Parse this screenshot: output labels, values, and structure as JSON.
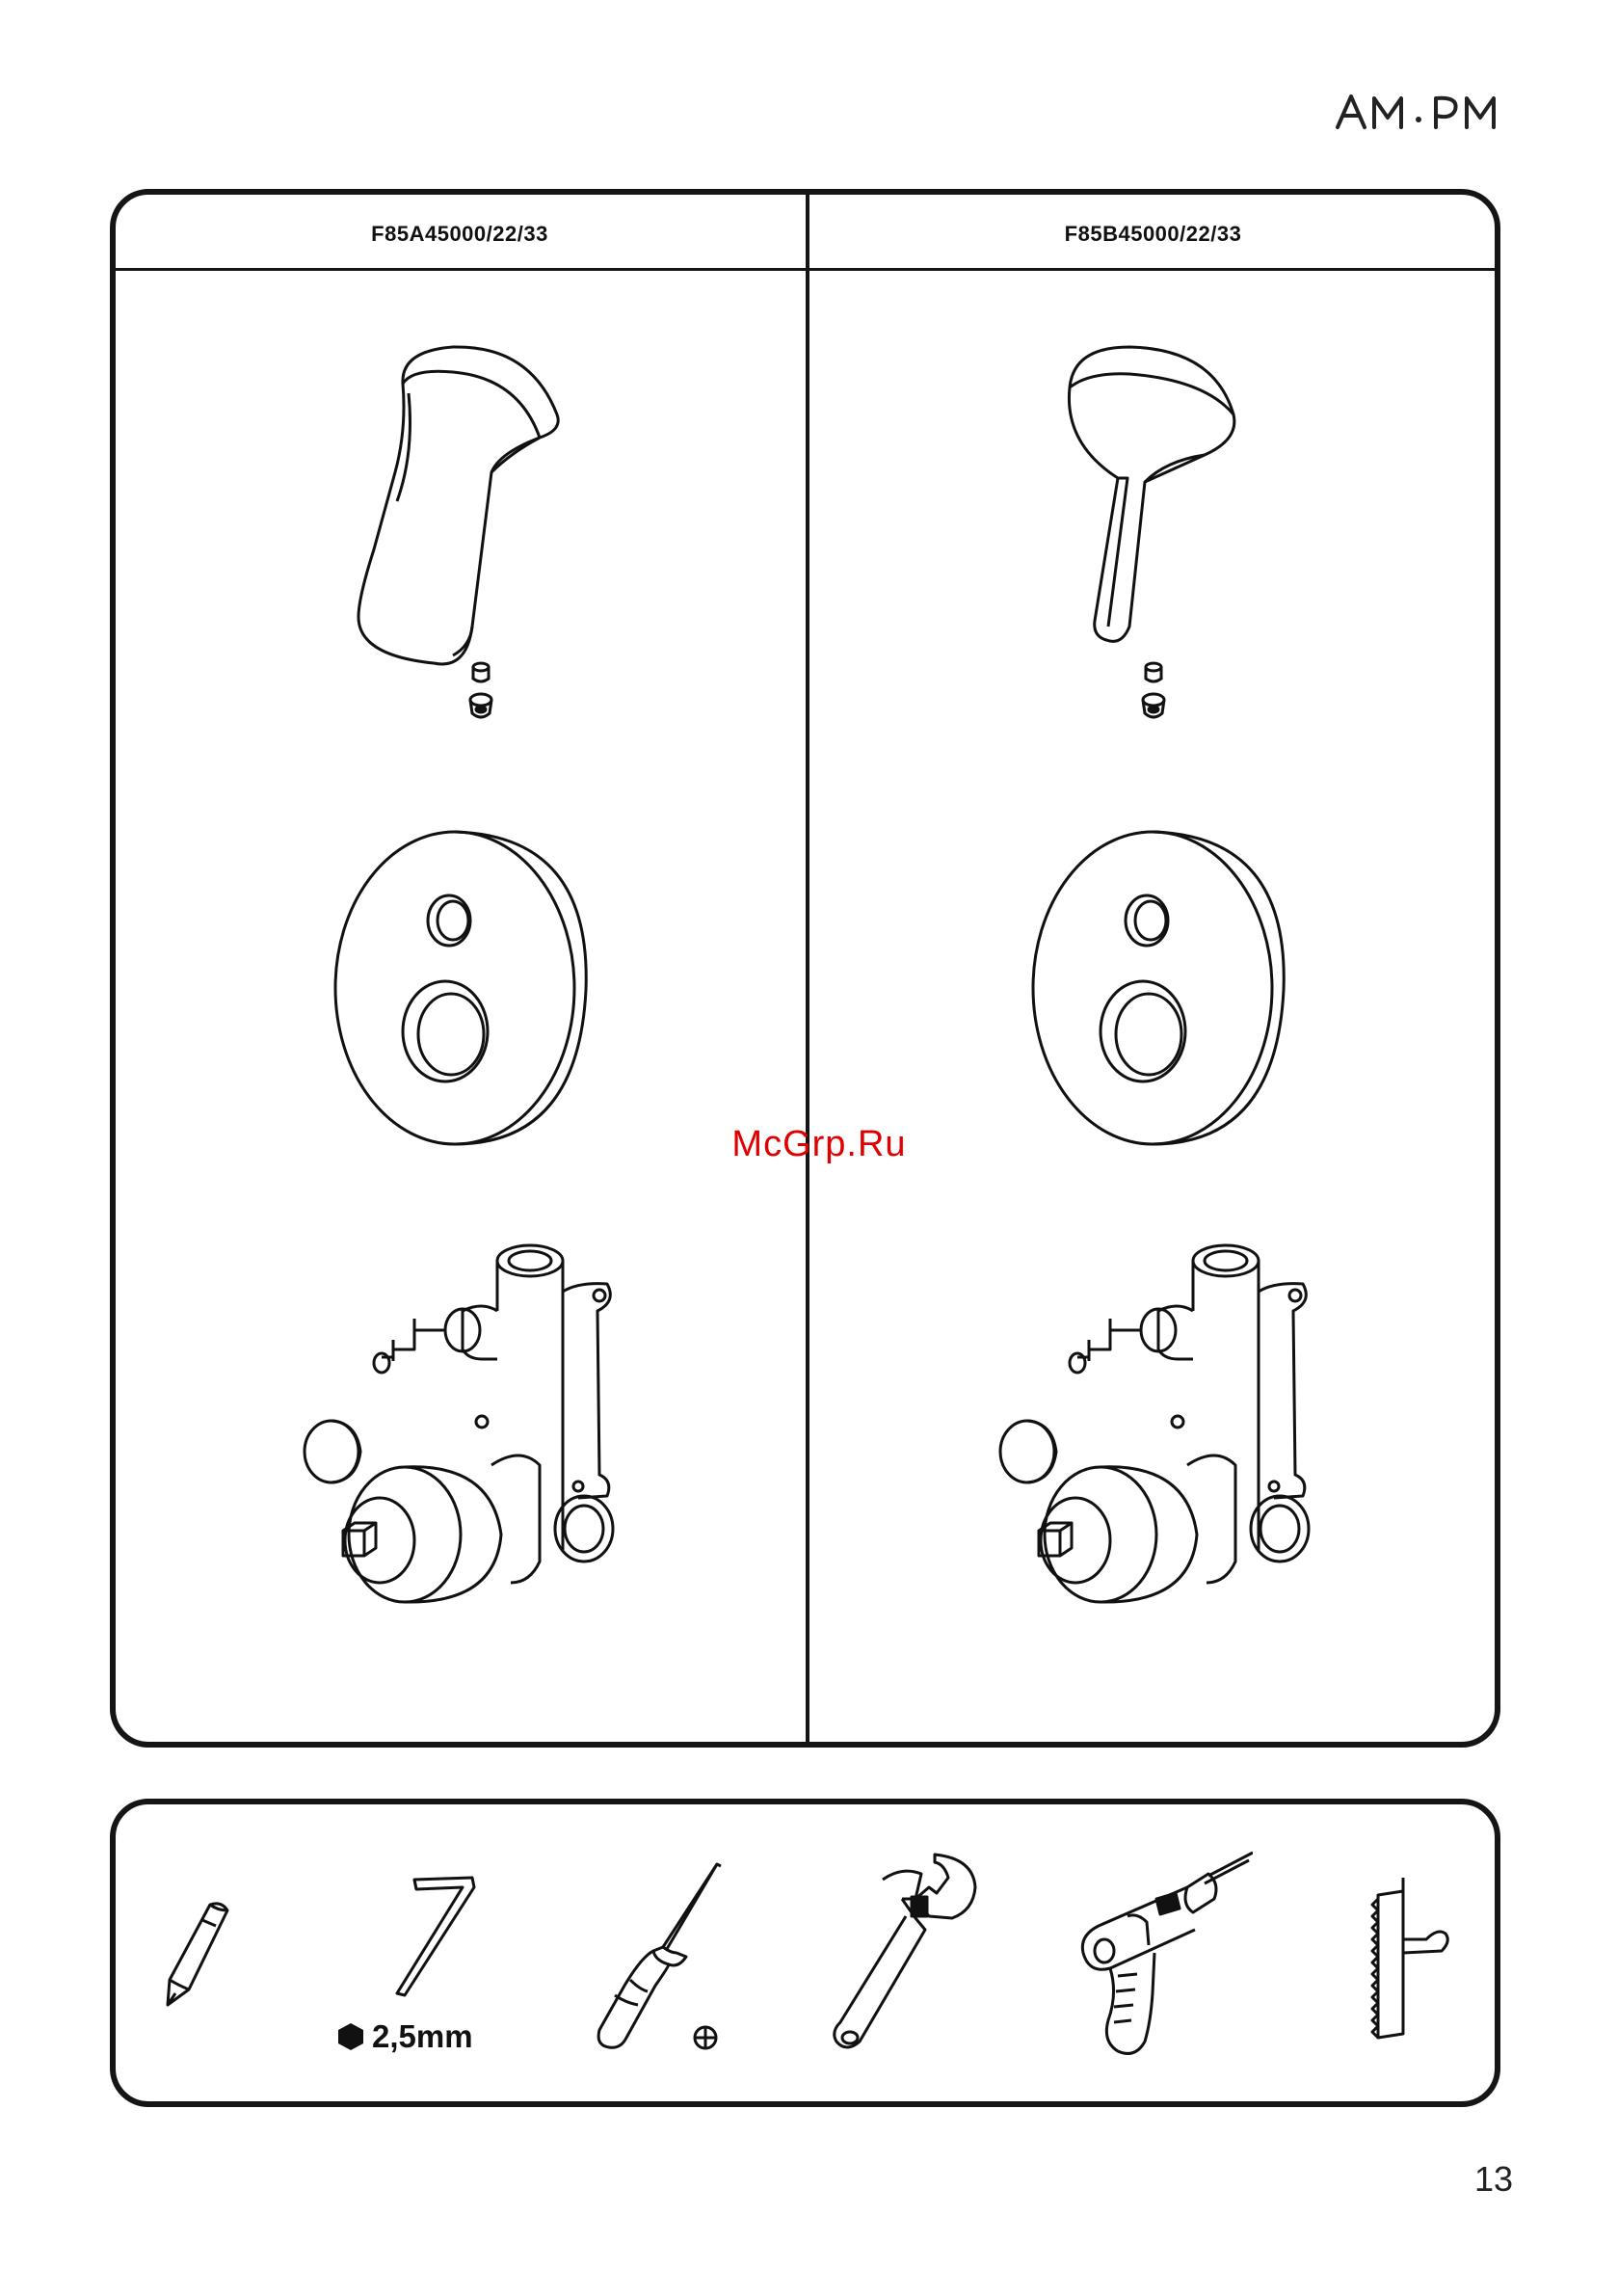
{
  "brand": {
    "logo_text": "AM·PM"
  },
  "parts": {
    "columns": [
      {
        "model": "F85A45000/22/33"
      },
      {
        "model": "F85B45000/22/33"
      }
    ]
  },
  "watermark": "McGrp.Ru",
  "tools": {
    "items": [
      {
        "icon": "pencil-icon"
      },
      {
        "icon": "hex-key-icon"
      },
      {
        "icon": "screwdriver-icon"
      },
      {
        "icon": "adjustable-wrench-icon"
      },
      {
        "icon": "drill-icon"
      },
      {
        "icon": "notched-trowel-icon"
      }
    ],
    "hex_size_label": "2,5mm"
  },
  "page_number": "13"
}
